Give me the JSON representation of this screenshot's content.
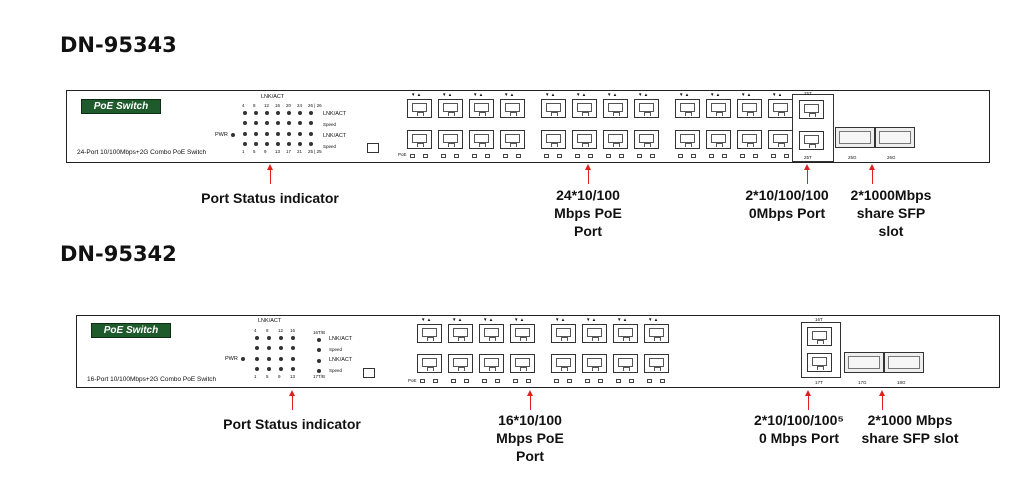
{
  "switches": [
    {
      "model": "DN-95343",
      "logo": "PoE Switch",
      "description": "24-Port 10/100Mbps+2G Combo PoE Switch",
      "led_header": "LNK/ACT",
      "led_top_numbers": [
        "4",
        "8",
        "12",
        "16",
        "20",
        "24",
        "26 | 26"
      ],
      "led_bottom_numbers": [
        "1",
        "5",
        "9",
        "13",
        "17",
        "21",
        "25 | 25"
      ],
      "led_labels": [
        "LNK/ACT",
        "Speed",
        "LNK/ACT",
        "Speed"
      ],
      "pwr_label": "PWR",
      "poe_label": "PoE",
      "uplink_top_label": "25T",
      "uplink_bottom_label": "25T",
      "sfp_labels": [
        "25G",
        "26G"
      ],
      "callouts": {
        "indicator": "Port Status indicator",
        "poe_ports": [
          "24*10/100",
          "Mbps PoE",
          "Port"
        ],
        "gig_ports": [
          "2*10/100/100",
          "0Mbps Port"
        ],
        "sfp": [
          "2*1000Mbps",
          "share SFP",
          "slot"
        ]
      }
    },
    {
      "model": "DN-95342",
      "logo": "PoE Switch",
      "description": "16-Port 10/100Mbps+2G Combo PoE Switch",
      "led_header": "LNK/ACT",
      "led_top_numbers": [
        "4",
        "8",
        "12",
        "16"
      ],
      "led_bottom_numbers": [
        "1",
        "5",
        "9",
        "13"
      ],
      "led_right_top": "16T/B",
      "led_right_bottom": "17T/B",
      "led_labels": [
        "LNK/ACT",
        "Speed",
        "LNK/ACT",
        "Speed"
      ],
      "pwr_label": "PWR",
      "poe_label": "PoE",
      "uplink_top_label": "16T",
      "uplink_bottom_label": "17T",
      "sfp_labels": [
        "17G",
        "18G"
      ],
      "callouts": {
        "indicator": "Port Status indicator",
        "poe_ports": [
          "16*10/100",
          "Mbps PoE",
          "Port"
        ],
        "gig_ports": [
          "2*10/100/100⁵",
          "0 Mbps Port"
        ],
        "sfp": [
          "2*1000 Mbps",
          "share SFP slot"
        ]
      }
    }
  ]
}
